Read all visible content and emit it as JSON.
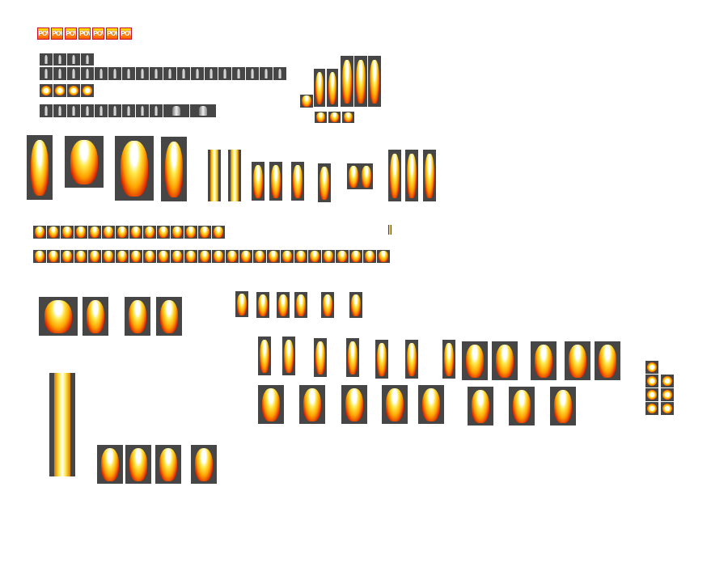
{
  "sheet": {
    "title": "Weapon and explosion sprite sheet",
    "pow_label": "POW",
    "pow_count": 7,
    "colors": {
      "sprite_bg": "#464646",
      "flame_core": "#ffffff",
      "flame_mid": "#ffe94a",
      "flame_edge": "#d81b00",
      "pow_border": "#c8102e"
    }
  }
}
